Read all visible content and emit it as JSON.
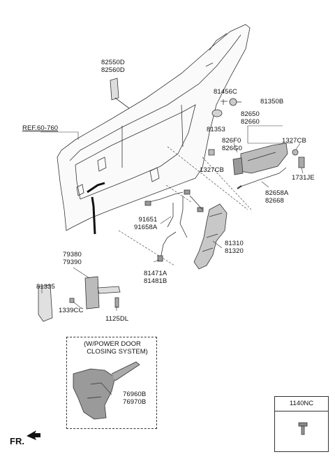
{
  "labels": {
    "p82550D": "82550D",
    "p82560D": "82560D",
    "p81456C": "81456C",
    "p81350B": "81350B",
    "p81353": "81353",
    "p82650": "82650",
    "p82660": "82660",
    "ref": "REF.60-760",
    "p826F0": "826F0",
    "p826G0": "826G0",
    "p1327CB_right": "1327CB",
    "p1327CB_left": "1327CB",
    "p1731JE": "1731JE",
    "p82658A": "82658A",
    "p82668": "82668",
    "p91651": "91651",
    "p91658A": "91658A",
    "p81310": "81310",
    "p81320": "81320",
    "p79380": "79380",
    "p79390": "79390",
    "p81335": "81335",
    "p81471A": "81471A",
    "p81481B": "81481B",
    "p1339CC": "1339CC",
    "p1125DL": "1125DL",
    "p76960B": "76960B",
    "p76970B": "76970B"
  },
  "inset": {
    "title_line1": "(W/POWER DOOR",
    "title_line2": "CLOSING SYSTEM)"
  },
  "ref_box": {
    "code": "1140NC"
  },
  "direction": {
    "label": "FR."
  }
}
